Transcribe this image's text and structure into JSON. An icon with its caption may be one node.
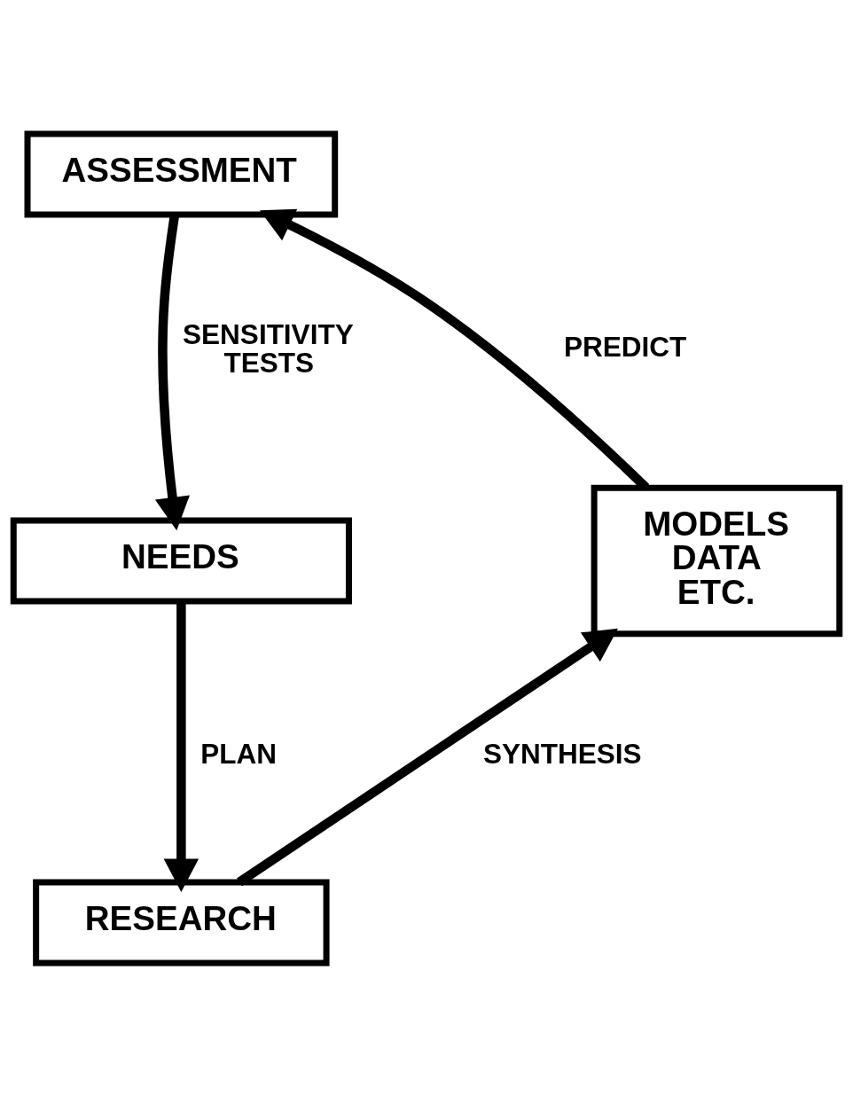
{
  "diagram": {
    "nodes": [
      {
        "text": [
          "ASSESSMENT"
        ]
      },
      {
        "text": [
          "NEEDS"
        ]
      },
      {
        "text": [
          "MODELS DATA ETC."
        ]
      },
      {
        "text": [
          "RESEARCH"
        ]
      }
    ],
    "edges": [
      {
        "from": 0,
        "to": 1,
        "arrow": "to",
        "label": "SENSITIVITY TESTS"
      },
      {
        "from": 1,
        "to": 3,
        "arrow": "to",
        "label": "PLAN"
      },
      {
        "from": 3,
        "to": 2,
        "arrow": "to",
        "label": "SYNTHESIS"
      },
      {
        "from": 2,
        "to": 0,
        "arrow": "to",
        "label": "PREDICT"
      }
    ]
  }
}
